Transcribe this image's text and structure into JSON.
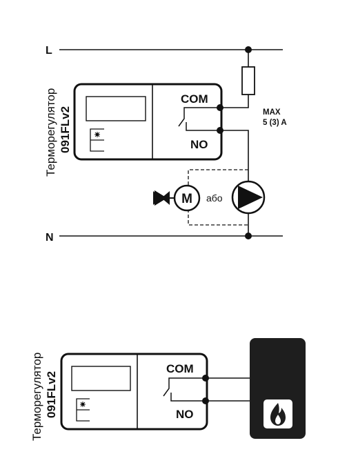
{
  "top_diagram": {
    "line_l": "L",
    "line_n": "N",
    "device_title": "Терморегулятор",
    "device_model": "091FLv2",
    "terminal_com": "COM",
    "terminal_no": "NO",
    "max_label": "MAX",
    "max_rating": "5 (3) A",
    "motor_label": "M",
    "or_label": "або",
    "icons": [
      "sun-icon",
      "moon-icon",
      "valve-icon",
      "pump-icon",
      "fuse-icon"
    ]
  },
  "bottom_diagram": {
    "device_title": "Терморегулятор",
    "device_model": "091FLv2",
    "terminal_com": "COM",
    "terminal_no": "NO",
    "icons": [
      "sun-icon",
      "moon-icon",
      "flame-icon"
    ]
  },
  "colors": {
    "ink": "#111111",
    "boiler": "#1e1e1e"
  }
}
